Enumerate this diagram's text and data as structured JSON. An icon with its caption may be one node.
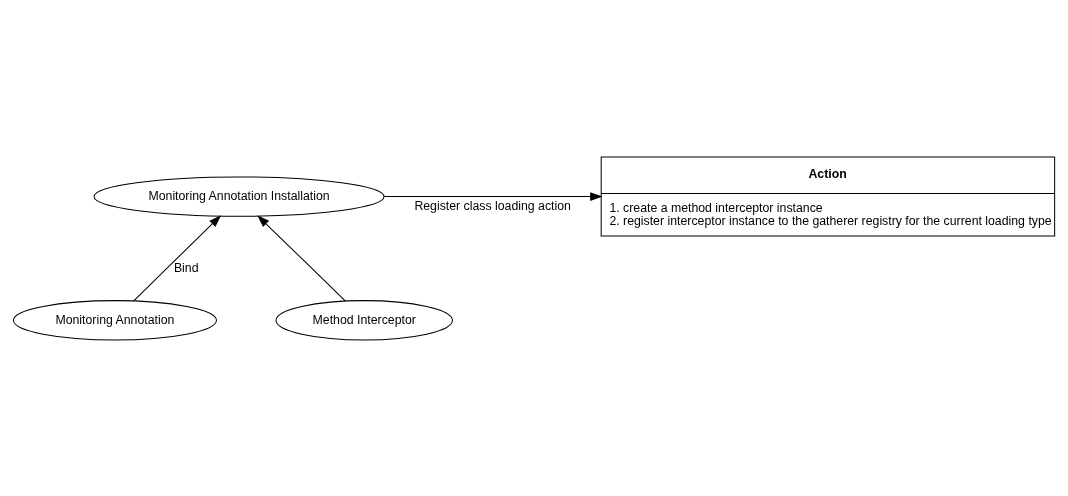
{
  "diagram": {
    "nodes": [
      {
        "text": [
          "Monitoring Annotation Installation"
        ]
      },
      {
        "text": [
          "Action",
          "1. create a method interceptor instance",
          "2. register interceptor instance to the gatherer registry for the current loading type"
        ]
      },
      {
        "text": [
          "Monitoring Annotation"
        ]
      },
      {
        "text": [
          "Method Interceptor"
        ]
      }
    ],
    "edges": [
      {
        "from": 0,
        "to": 1,
        "arrow": "to",
        "label": "Register class loading action"
      },
      {
        "from": 2,
        "to": 0,
        "arrow": "to",
        "label": "Bind"
      },
      {
        "from": 3,
        "to": 0,
        "arrow": "to"
      }
    ]
  }
}
